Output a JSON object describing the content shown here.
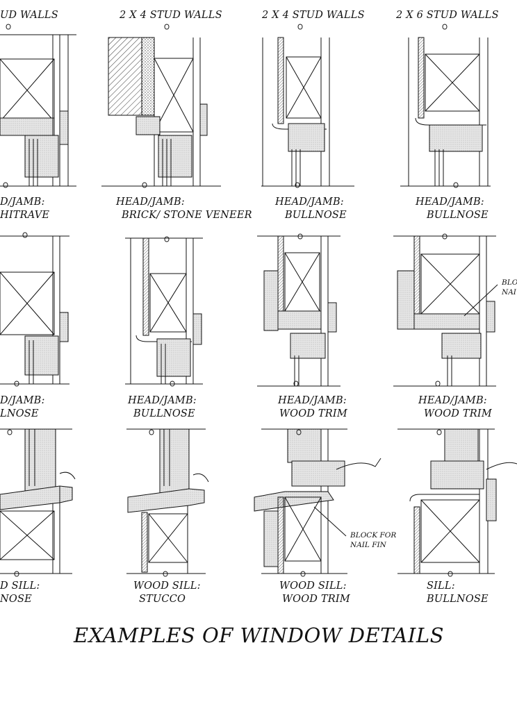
{
  "column_headers": [
    "UD WALLS",
    "2 X 4 STUD WALLS",
    "2 X 4 STUD WALLS",
    "2 X 6 STUD WALLS"
  ],
  "details": [
    {
      "line1": "D/JAMB:",
      "line2": "HITRAVE"
    },
    {
      "line1": "HEAD/JAMB:",
      "line2": "BRICK/ STONE VENEER"
    },
    {
      "line1": "HEAD/JAMB:",
      "line2": "BULLNOSE"
    },
    {
      "line1": "HEAD/JAMB:",
      "line2": "BULLNOSE"
    },
    {
      "line1": "D/JAMB:",
      "line2": "LNOSE"
    },
    {
      "line1": "HEAD/JAMB:",
      "line2": "BULLNOSE"
    },
    {
      "line1": "HEAD/JAMB:",
      "line2": "WOOD TRIM"
    },
    {
      "line1": "HEAD/JAMB:",
      "line2": "WOOD TRIM"
    },
    {
      "line1": "D SILL:",
      "line2": "NOSE"
    },
    {
      "line1": "WOOD SILL:",
      "line2": "STUCCO"
    },
    {
      "line1": "WOOD SILL:",
      "line2": "WOOD TRIM"
    },
    {
      "line1": "SILL:",
      "line2": "BULLNOSE"
    }
  ],
  "notes": {
    "block_nail_right": [
      "BLOC",
      "NAI"
    ],
    "block_for_nail_fin": [
      "BLOCK FOR",
      "NAIL FIN"
    ]
  },
  "title": "EXAMPLES OF WINDOW DETAILS"
}
